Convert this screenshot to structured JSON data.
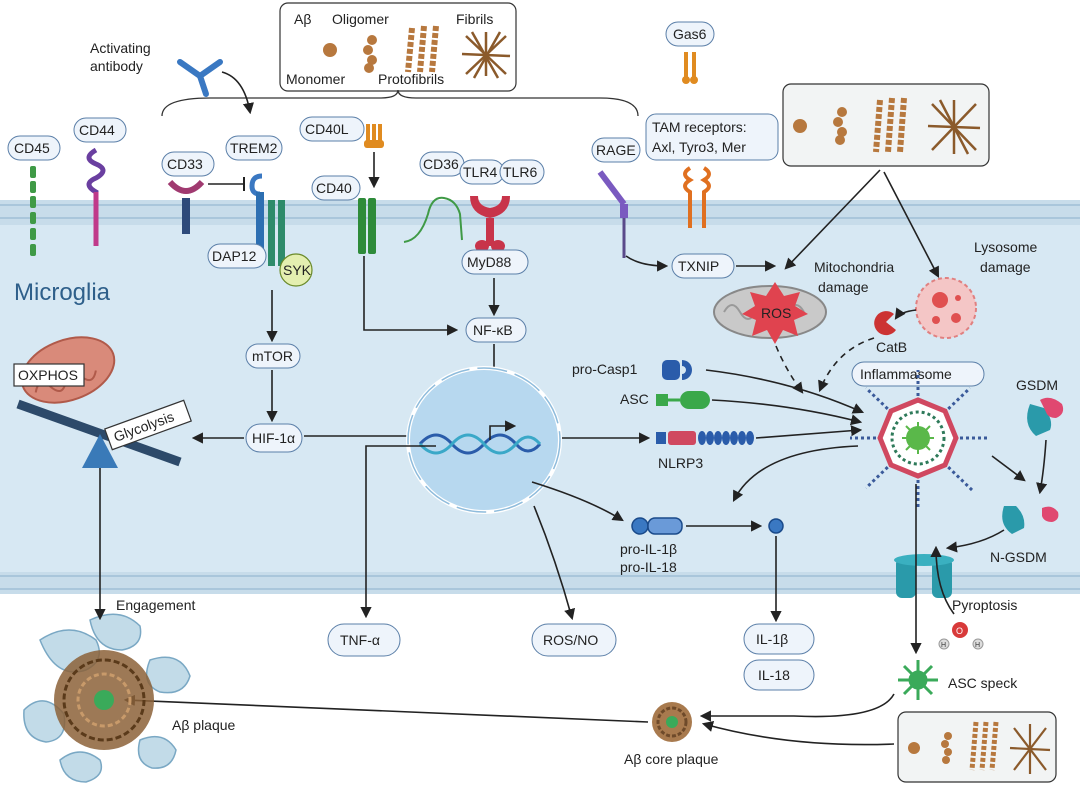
{
  "amyloid_top": {
    "ab": "Aβ",
    "oligomer": "Oligomer",
    "fibrils": "Fibrils",
    "monomer": "Monomer",
    "protofibrils": "Protofibrils"
  },
  "labels": {
    "activating_antibody": [
      "Activating",
      "antibody"
    ],
    "gas6": "Gas6",
    "cd45": "CD45",
    "cd44": "CD44",
    "cd33": "CD33",
    "trem2": "TREM2",
    "cd40l": "CD40L",
    "cd40": "CD40",
    "cd36": "CD36",
    "tlr4": "TLR4",
    "tlr6": "TLR6",
    "rage": "RAGE",
    "tam": [
      "TAM receptors:",
      "Axl, Tyro3, Mer"
    ],
    "dap12": "DAP12",
    "syk": "SYK",
    "myd88": "MyD88",
    "txnip": "TXNIP",
    "microglia": "Microglia",
    "mito_damage": [
      "Mitochondria",
      "damage"
    ],
    "lyso_damage": [
      "Lysosome",
      "damage"
    ],
    "ros": "ROS",
    "mtor": "mTOR",
    "nfkb": "NF-κB",
    "catb": "CatB",
    "oxphos": "OXPHOS",
    "glycolysis": "Glycolysis",
    "pro_casp1": "pro-Casp1",
    "inflammasome": "Inflammasome",
    "asc": "ASC",
    "gsdm": "GSDM",
    "hif": "HIF-1α",
    "nlrp3": "NLRP3",
    "pro_il": [
      "pro-IL-1β",
      "pro-IL-18"
    ],
    "n_gsdm": "N-GSDM",
    "engagement": "Engagement",
    "pyroptosis": "Pyroptosis",
    "tnf": "TNF-α",
    "rosno": "ROS/NO",
    "il1b": "IL-1β",
    "il18": "IL-18",
    "asc_speck": "ASC speck",
    "ab_plaque": "Aβ plaque",
    "ab_core": "Aβ core plaque",
    "water_o": "O",
    "water_h1": "H",
    "water_h2": "H"
  },
  "colors": {
    "membrane": "#c7dcea",
    "cytoplasm": "#d7e8f3",
    "pill_fill": "#eef4fb",
    "pill_stroke": "#5b7fa8",
    "amyloid": "#b7783e",
    "ros": "#e0434f",
    "green": "#2e8b3a",
    "microglia_text": "#2e5f8a"
  }
}
